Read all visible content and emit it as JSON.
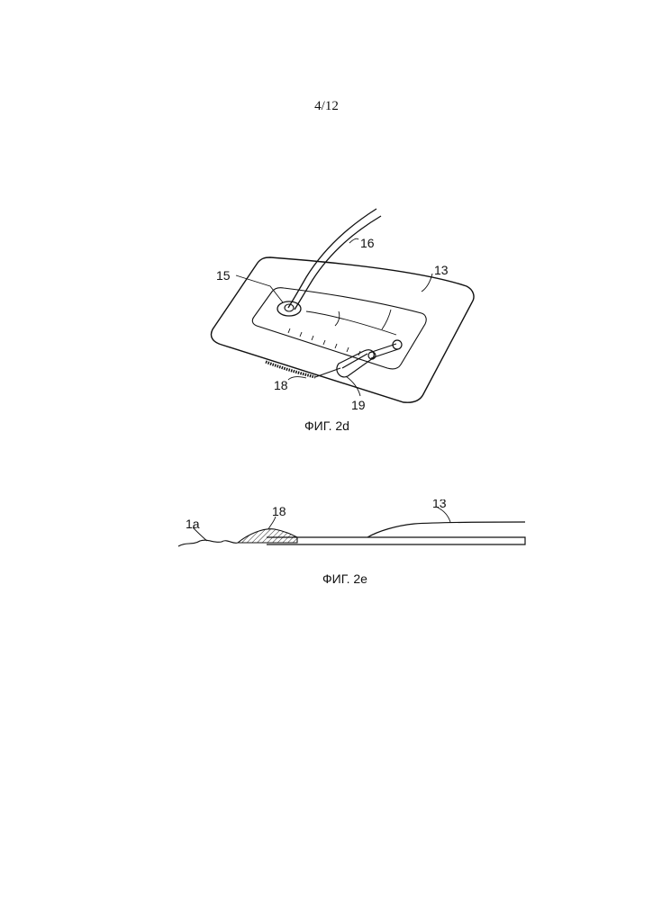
{
  "page": {
    "number": "4/12"
  },
  "figure_2d": {
    "caption": "ФИГ. 2d",
    "labels": {
      "tube": "16",
      "dressing": "13",
      "port": "15",
      "strip": "18",
      "connector": "19"
    }
  },
  "figure_2e": {
    "caption": "ФИГ. 2e",
    "labels": {
      "skin": "1a",
      "strip": "18",
      "dressing": "13"
    }
  }
}
